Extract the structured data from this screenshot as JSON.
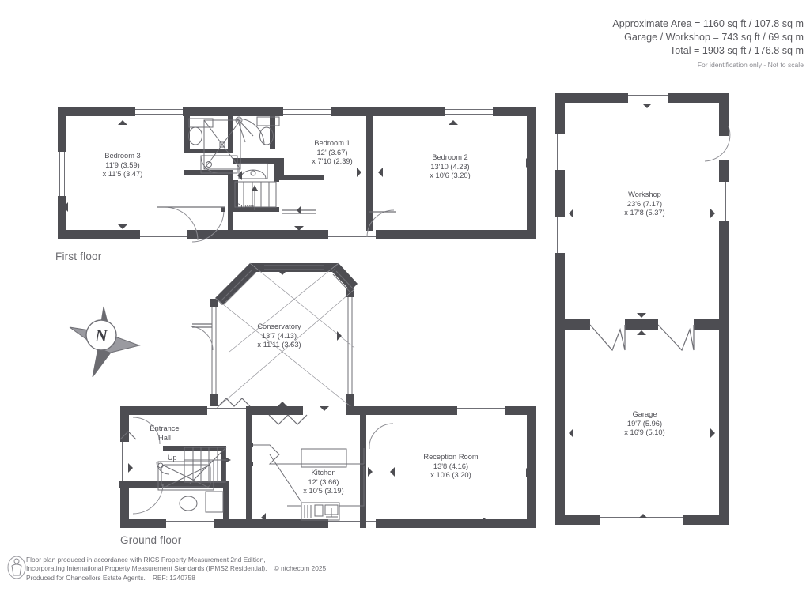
{
  "header": {
    "line1": "Approximate Area = 1160 sq ft / 107.8 sq m",
    "line2": "Garage / Workshop = 743 sq ft / 69 sq m",
    "line3": "Total = 1903 sq ft / 176.8 sq m",
    "disclaimer": "For identification only - Not to scale"
  },
  "floors": {
    "first": "First floor",
    "ground": "Ground floor"
  },
  "rooms": {
    "bedroom3": {
      "name": "Bedroom 3",
      "dim_primary": "11'9 (3.59)",
      "dim_secondary": "x 11'5 (3.47)"
    },
    "bedroom1": {
      "name": "Bedroom 1",
      "dim_primary": "12' (3.67)",
      "dim_secondary": "x 7'10 (2.39)"
    },
    "bedroom2": {
      "name": "Bedroom 2",
      "dim_primary": "13'10 (4.23)",
      "dim_secondary": "x 10'6 (3.20)"
    },
    "conservatory": {
      "name": "Conservatory",
      "dim_primary": "13'7 (4.13)",
      "dim_secondary": "x 11'11 (3.63)"
    },
    "kitchen": {
      "name": "Kitchen",
      "dim_primary": "12' (3.66)",
      "dim_secondary": "x 10'5 (3.19)"
    },
    "reception": {
      "name": "Reception Room",
      "dim_primary": "13'8 (4.16)",
      "dim_secondary": "x 10'6 (3.20)"
    },
    "entrance_hall": {
      "name_line1": "Entrance",
      "name_line2": "Hall"
    },
    "workshop": {
      "name": "Workshop",
      "dim_primary": "23'6 (7.17)",
      "dim_secondary": "x 17'8 (5.37)"
    },
    "garage": {
      "name": "Garage",
      "dim_primary": "19'7 (5.96)",
      "dim_secondary": "x 16'9 (5.10)"
    }
  },
  "annotations": {
    "stairs_down": "Down",
    "stairs_up": "Up",
    "compass_north": "N"
  },
  "footer": {
    "line1": "Floor plan produced in accordance with RICS Property Measurement 2nd Edition,",
    "line2a": "Incorporating International Property Measurement Standards (IPMS2 Residential).",
    "line2b": "© ntchecom 2025.",
    "line3a": "Produced for Chancellors Estate Agents.",
    "line3b": "REF:  1240758"
  },
  "colors": {
    "wall": "#4d4d52",
    "thin_line": "#6f6f75",
    "text": "#4f4f55",
    "header_text": "#58585d",
    "background": "#ffffff"
  }
}
